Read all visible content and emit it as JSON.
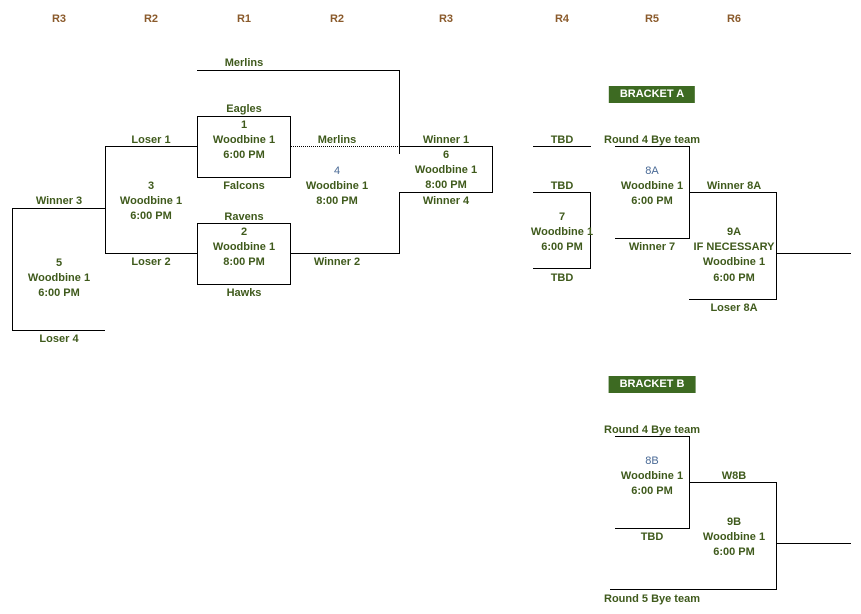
{
  "headers": [
    "R3",
    "R2",
    "R1",
    "R2",
    "R3",
    "R4",
    "R5",
    "R6"
  ],
  "teams": {
    "top": "Merlins",
    "g1_top": "Eagles",
    "g1_bottom": "Falcons",
    "g2_top": "Ravens",
    "g2_bottom": "Hawks",
    "r2_slot": "Merlins"
  },
  "slots": {
    "loser1": "Loser 1",
    "loser2": "Loser 2",
    "winner3": "Winner 3",
    "loser4": "Loser 4",
    "winner1": "Winner 1",
    "winner4": "Winner 4",
    "winner2": "Winner 2",
    "tbd1": "TBD",
    "tbd2": "TBD",
    "tbd3": "TBD",
    "bye_a": "Round 4 Bye team",
    "winner7": "Winner 7",
    "winner8a": "Winner 8A",
    "loser8a": "Loser 8A",
    "bye_b": "Round 4 Bye team",
    "tbd_b": "TBD",
    "w8b": "W8B",
    "bye5_b": "Round 5 Bye team"
  },
  "games": {
    "g1": {
      "num": "1",
      "venue": "Woodbine 1",
      "time": "6:00 PM"
    },
    "g2": {
      "num": "2",
      "venue": "Woodbine 1",
      "time": "8:00 PM"
    },
    "g3": {
      "num": "3",
      "venue": "Woodbine 1",
      "time": "6:00 PM"
    },
    "g4": {
      "num": "4",
      "venue": "Woodbine 1",
      "time": "8:00 PM"
    },
    "g5": {
      "num": "5",
      "venue": "Woodbine 1",
      "time": "6:00 PM"
    },
    "g6": {
      "num": "6",
      "venue": "Woodbine 1",
      "time": "8:00 PM"
    },
    "g7": {
      "num": "7",
      "venue": "Woodbine 1",
      "time": "6:00 PM"
    },
    "g8a": {
      "num": "8A",
      "venue": "Woodbine 1",
      "time": "6:00 PM"
    },
    "g9a": {
      "num": "9A",
      "note": "IF NECESSARY",
      "venue": "Woodbine 1",
      "time": "6:00 PM"
    },
    "g8b": {
      "num": "8B",
      "venue": "Woodbine 1",
      "time": "6:00 PM"
    },
    "g9b": {
      "num": "9B",
      "venue": "Woodbine 1",
      "time": "6:00 PM"
    }
  },
  "bracket_a": "BRACKET A",
  "bracket_b": "BRACKET B"
}
